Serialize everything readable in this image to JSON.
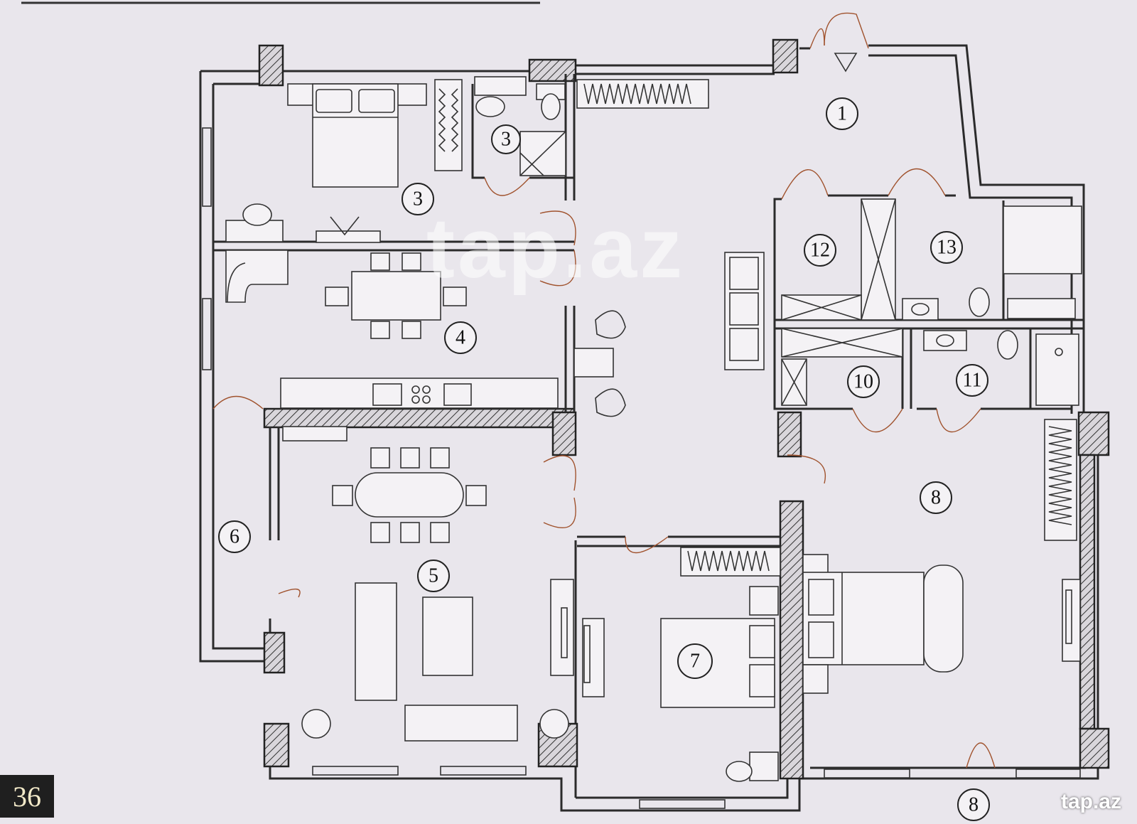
{
  "page_number": "36",
  "watermark": {
    "small": "tap.az",
    "large": "tap.az"
  },
  "room_labels": {
    "r1": "1",
    "r3a": "3",
    "r3b": "3",
    "r4": "4",
    "r5": "5",
    "r6": "6",
    "r7": "7",
    "r8a": "8",
    "r8b": "8",
    "r10": "10",
    "r11": "11",
    "r12": "12",
    "r13": "13"
  },
  "colors": {
    "background": "#e9e6ec",
    "wall": "#2b2b2b",
    "door_arc": "#a0522d",
    "badge": "#1f1f1f"
  }
}
